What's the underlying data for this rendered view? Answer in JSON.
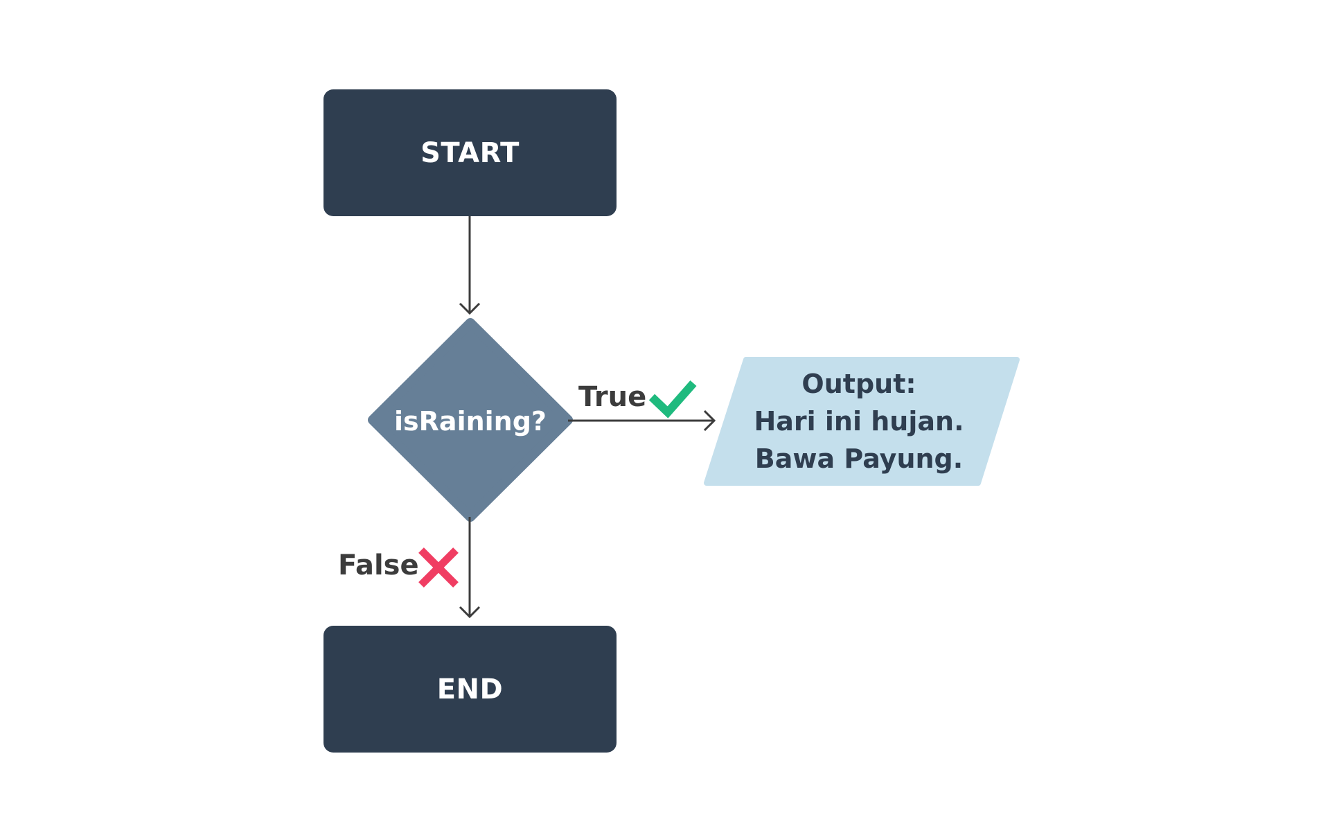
{
  "colors": {
    "terminal": "#2f3e50",
    "decision": "#667f97",
    "io": "#c4dfec",
    "line": "#3c3c3c",
    "check": "#1fba7e",
    "cross": "#f03d62"
  },
  "nodes": {
    "start": {
      "label": "START"
    },
    "decision": {
      "label": "isRaining?"
    },
    "output": {
      "lines": [
        "Output:",
        "Hari ini hujan.",
        "Bawa Payung."
      ]
    },
    "end": {
      "label": "END"
    }
  },
  "edges": {
    "true_branch": {
      "label": "True",
      "icon": "checkmark-icon"
    },
    "false_branch": {
      "label": "False",
      "icon": "cross-icon"
    }
  }
}
